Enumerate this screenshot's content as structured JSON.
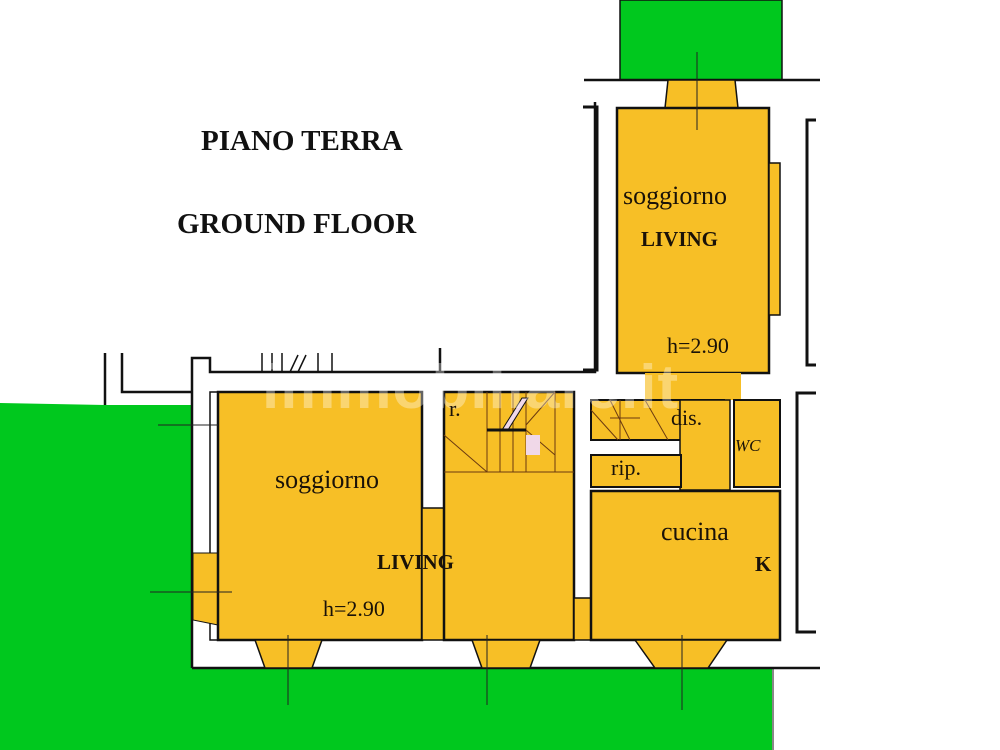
{
  "plan": {
    "title_it": "PIANO TERRA",
    "title_en": "GROUND FLOOR",
    "watermark": "immobiliare.it"
  },
  "colors": {
    "room_fill": "#f7bf26",
    "garden_green": "#00c81e",
    "wall": "#111111",
    "background": "#ffffff"
  },
  "rooms": [
    {
      "id": "living-north",
      "name_it": "soggiorno",
      "name_en": "LIVING",
      "height": "h=2.90"
    },
    {
      "id": "living-west",
      "name_it": "soggiorno",
      "name_en": "LIVING",
      "height": "h=2.90"
    },
    {
      "id": "closet",
      "name_it": "r."
    },
    {
      "id": "hall",
      "name_it": "dis."
    },
    {
      "id": "storage",
      "name_it": "rip."
    },
    {
      "id": "toilet",
      "name_it": "WC"
    },
    {
      "id": "kitchen",
      "name_it": "cucina",
      "name_en": "K"
    }
  ]
}
